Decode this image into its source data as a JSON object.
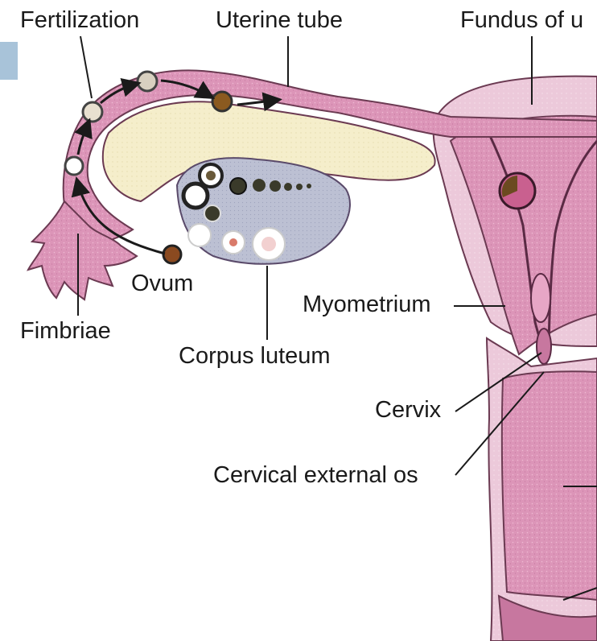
{
  "labels": {
    "fertilization": "Fertilization",
    "uterine_tube": "Uterine tube",
    "fundus": "Fundus of u",
    "ovum": "Ovum",
    "myometrium": "Myometrium",
    "fimbriae": "Fimbriae",
    "corpus_luteum": "Corpus luteum",
    "cervix": "Cervix",
    "cervical_external_os": "Cervical external os"
  },
  "colors": {
    "tissue_pink": "#d98fb3",
    "tissue_light": "#ecc9da",
    "tissue_dark": "#7a3a5a",
    "ovary_yellow": "#f3ecc8",
    "ovary_blue": "#b9bccf",
    "accent_tab": "#a8c3d9"
  }
}
